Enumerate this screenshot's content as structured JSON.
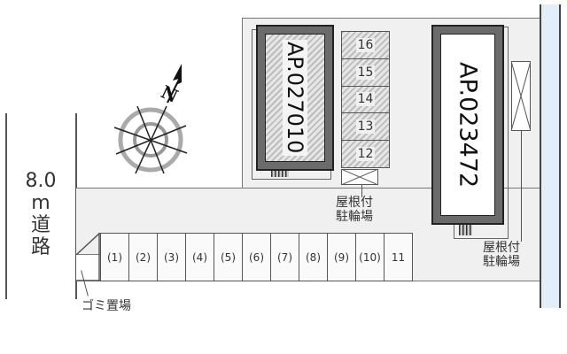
{
  "road": {
    "width_label": "8.0",
    "unit": "m",
    "name_line1": "道",
    "name_line2": "路"
  },
  "compass": {
    "north_label": "N"
  },
  "buildings": [
    {
      "id": "AP.027010",
      "style": "hatched"
    },
    {
      "id": "AP.023472",
      "style": "plain"
    }
  ],
  "parking": {
    "spaces": [
      "(1)",
      "(2)",
      "(3)",
      "(4)",
      "(5)",
      "(6)",
      "(7)",
      "(8)",
      "(9)",
      "(10)",
      "11"
    ],
    "stack": [
      "16",
      "15",
      "14",
      "13",
      "12"
    ]
  },
  "labels": {
    "bike_parking_1a": "屋根付",
    "bike_parking_1b": "駐輪場",
    "bike_parking_2a": "屋根付",
    "bike_parking_2b": "駐輪場",
    "garbage": "ゴミ置場"
  },
  "colors": {
    "building_frame": "#6b6b6b",
    "lot_fill": "#f0f0f0",
    "water": "#e3eefb",
    "line": "#555555"
  }
}
